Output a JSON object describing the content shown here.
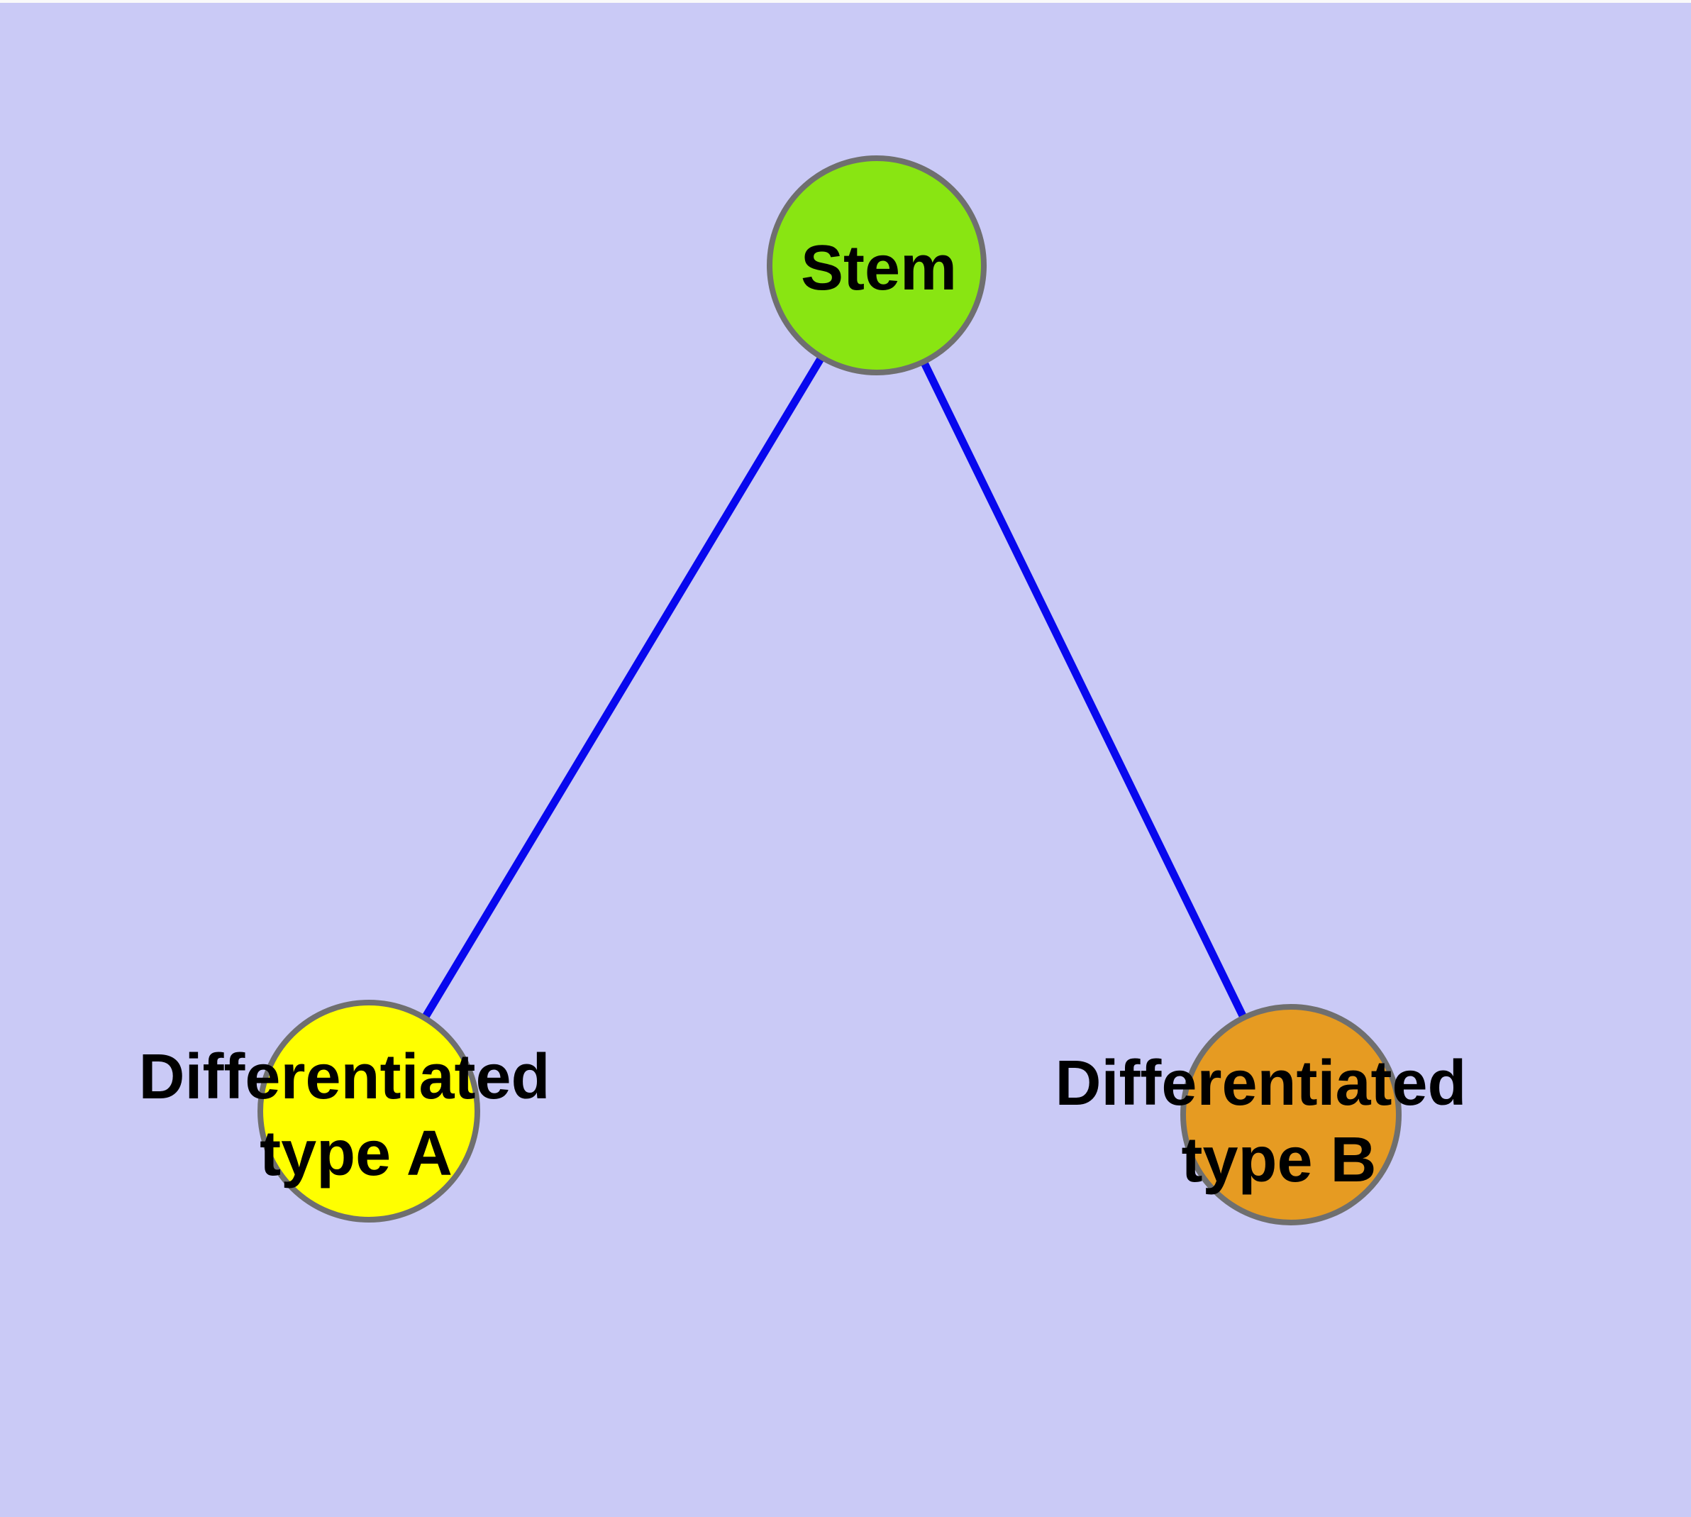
{
  "diagram": {
    "background_color": "#cacaf6",
    "top_strip_color": "#fafafa",
    "edge_color": "#0808ee",
    "node_border_color": "#6f6f6f",
    "label_color": "#000000",
    "nodes": [
      {
        "id": "stem",
        "label": "Stem",
        "fill": "#89e512",
        "lines": [
          "Stem"
        ]
      },
      {
        "id": "differentiated-type-a",
        "label": "Differentiated type A",
        "fill": "#ffff00",
        "lines": [
          "Differentiated",
          "type A"
        ]
      },
      {
        "id": "differentiated-type-b",
        "label": "Differentiated type B",
        "fill": "#e69b22",
        "lines": [
          "Differentiated",
          "type B"
        ]
      }
    ],
    "edges": [
      {
        "from": "stem",
        "to": "differentiated-type-a"
      },
      {
        "from": "stem",
        "to": "differentiated-type-b"
      }
    ]
  }
}
